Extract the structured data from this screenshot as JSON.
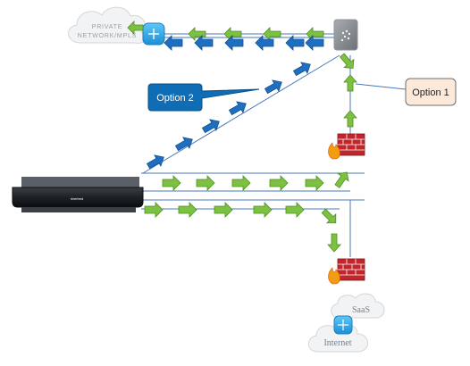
{
  "clouds": {
    "private_network": {
      "line1": "PRIVATE",
      "line2": "NETWORK/MPLS"
    },
    "saas": {
      "label": "SaaS"
    },
    "internet": {
      "label": "Internet"
    }
  },
  "callouts": {
    "option1": {
      "label": "Option 1"
    },
    "option2": {
      "label": "Option 2"
    }
  },
  "appliance": {
    "brand": "riverbed"
  },
  "colors": {
    "green_arrow": "#7cc142",
    "blue_arrow": "#1f6fc0",
    "option1_fill": "#fde9da",
    "option2_fill": "#0f6db5",
    "line": "#4a78b8"
  }
}
